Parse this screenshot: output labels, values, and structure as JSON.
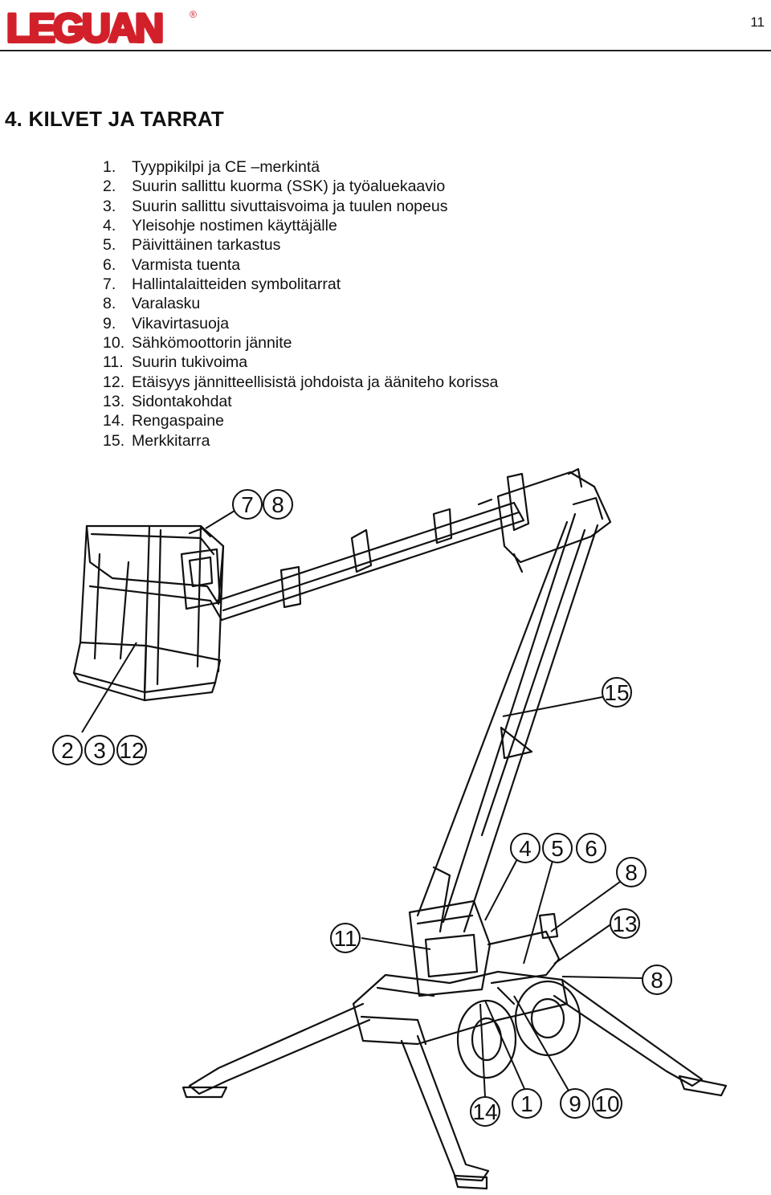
{
  "header": {
    "logo_text": "LEGUAN",
    "logo_mark": "®",
    "page_number": "11"
  },
  "section": {
    "title": "4.  KILVET JA TARRAT"
  },
  "items": [
    {
      "num": "1.",
      "label": "Tyyppikilpi ja CE –merkintä"
    },
    {
      "num": "2.",
      "label": "Suurin sallittu kuorma (SSK) ja työaluekaavio"
    },
    {
      "num": "3.",
      "label": "Suurin sallittu sivuttaisvoima ja tuulen nopeus"
    },
    {
      "num": "4.",
      "label": "Yleisohje nostimen käyttäjälle"
    },
    {
      "num": "5.",
      "label": "Päivittäinen tarkastus"
    },
    {
      "num": "6.",
      "label": "Varmista tuenta"
    },
    {
      "num": "7.",
      "label": "Hallintalaitteiden symbolitarrat"
    },
    {
      "num": "8.",
      "label": "Varalasku"
    },
    {
      "num": "9.",
      "label": "Vikavirtasuoja"
    },
    {
      "num": "10.",
      "label": "Sähkömoottorin jännite"
    },
    {
      "num": "11.",
      "label": "Suurin tukivoima"
    },
    {
      "num": "12.",
      "label": "Etäisyys jännitteellisistä johdoista ja ääniteho korissa"
    },
    {
      "num": "13.",
      "label": "Sidontakohdat"
    },
    {
      "num": "14.",
      "label": "Rengaspaine"
    },
    {
      "num": "15.",
      "label": "Merkkitarra"
    }
  ],
  "callouts": {
    "c7": "7",
    "c8_top": "8",
    "c2": "2",
    "c3": "3",
    "c12": "12",
    "c15": "15",
    "c4": "4",
    "c5": "5",
    "c6": "6",
    "c8_mid": "8",
    "c11": "11",
    "c13": "13",
    "c8_low": "8",
    "c14": "14",
    "c1": "1",
    "c9": "9",
    "c10": "10"
  },
  "colors": {
    "logo_red": "#d2202a",
    "ink": "#111111"
  }
}
